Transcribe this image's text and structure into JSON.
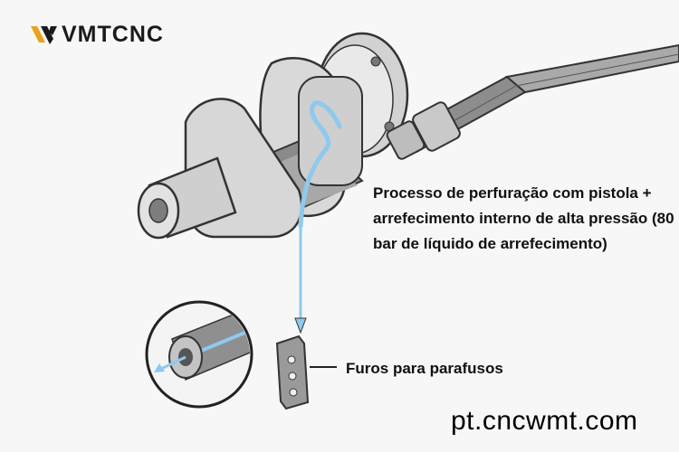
{
  "brand": {
    "logo_text": "VMTCNC",
    "logo_mark": "wmt-chevron-logo"
  },
  "diagram": {
    "process_label": "Processo de perfuração com pistola + arrefecimento interno de alta pressão (80 bar de líquido de arrefecimento)",
    "holes_label": "Furos para parafusos",
    "coolant_color": "#8ec9ee",
    "metal_light": "#e4e4e4",
    "metal_mid": "#b9b9b9",
    "metal_dark": "#6e6e6e"
  },
  "footer": {
    "url": "pt.cncwmt.com"
  }
}
